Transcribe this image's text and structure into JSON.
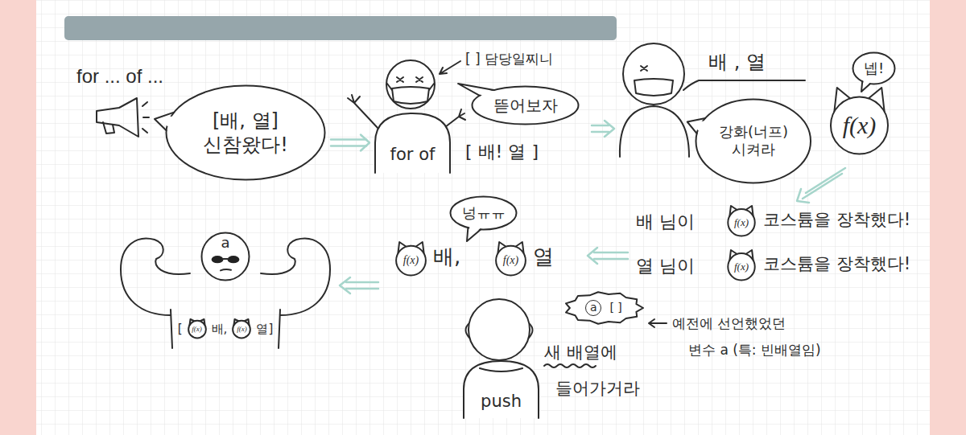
{
  "diagram": {
    "nodes": [
      {
        "text": [
          "[배, 열] 신참왔다!"
        ]
      },
      {
        "text": [
          "for of"
        ]
      },
      {
        "text": [
          "뜯어보자"
        ]
      },
      {
        "text": [
          "강화(너프) 시켜라"
        ]
      },
      {
        "text": [
          "넵!"
        ]
      },
      {
        "text": [
          "f(x)"
        ]
      },
      {
        "text": [
          "f(x)"
        ]
      },
      {
        "text": [
          "f(x)"
        ]
      },
      {
        "text": [
          "넝ㅠㅠ"
        ]
      },
      {
        "text": [
          "f(x)"
        ]
      },
      {
        "text": [
          "f(x)"
        ]
      },
      {
        "text": [
          "a"
        ]
      },
      {
        "text": [
          "[",
          "배,",
          "열]"
        ]
      },
      {
        "text": [
          "f(x)"
        ],
        "in": 12
      },
      {
        "text": [
          "f(x)"
        ],
        "in": 12
      },
      {
        "text": [
          "push"
        ]
      },
      {
        "text": [
          "a",
          "[ ]"
        ]
      }
    ],
    "edges": [
      {
        "from": 0,
        "to": 1,
        "arrow": "to"
      }
    ],
    "labels": [
      "for ... of ...",
      "[ ] 담당일찌니",
      "[ 배! 열 ]",
      "배 , 열",
      "배 님이",
      "코스튬을 장착했다!",
      "열 님이",
      "코스튬을 장착했다!",
      "배,",
      "열",
      "새 배열에",
      "들어가거라",
      "예전에 선언했었던",
      "변수 a (특: 빈배열임)"
    ]
  }
}
